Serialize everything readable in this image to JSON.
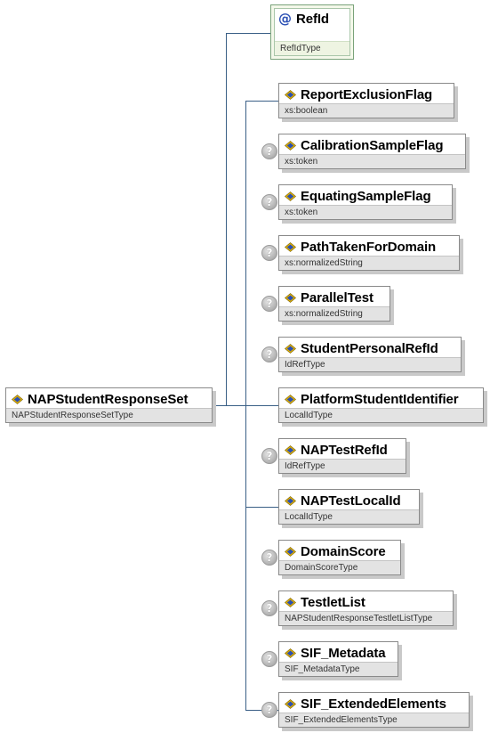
{
  "root": {
    "name": "NAPStudentResponseSet",
    "type": "NAPStudentResponseSetType"
  },
  "attribute": {
    "marker": "@",
    "name": "RefId",
    "type": "RefIdType"
  },
  "children": [
    {
      "name": "ReportExclusionFlag",
      "type": "xs:boolean",
      "optional": false
    },
    {
      "name": "CalibrationSampleFlag",
      "type": "xs:token",
      "optional": true
    },
    {
      "name": "EquatingSampleFlag",
      "type": "xs:token",
      "optional": true
    },
    {
      "name": "PathTakenForDomain",
      "type": "xs:normalizedString",
      "optional": true
    },
    {
      "name": "ParallelTest",
      "type": "xs:normalizedString",
      "optional": true
    },
    {
      "name": "StudentPersonalRefId",
      "type": "IdRefType",
      "optional": true
    },
    {
      "name": "PlatformStudentIdentifier",
      "type": "LocalIdType",
      "optional": false
    },
    {
      "name": "NAPTestRefId",
      "type": "IdRefType",
      "optional": true
    },
    {
      "name": "NAPTestLocalId",
      "type": "LocalIdType",
      "optional": false
    },
    {
      "name": "DomainScore",
      "type": "DomainScoreType",
      "optional": true
    },
    {
      "name": "TestletList",
      "type": "NAPStudentResponseTestletListType",
      "optional": true
    },
    {
      "name": "SIF_Metadata",
      "type": "SIF_MetadataType",
      "optional": true
    },
    {
      "name": "SIF_ExtendedElements",
      "type": "SIF_ExtendedElementsType",
      "optional": true
    }
  ],
  "optional_marker": "?",
  "colors": {
    "connector": "#3a5f86",
    "icon_blue": "#2a4fb4",
    "icon_gold": "#e0b000"
  }
}
